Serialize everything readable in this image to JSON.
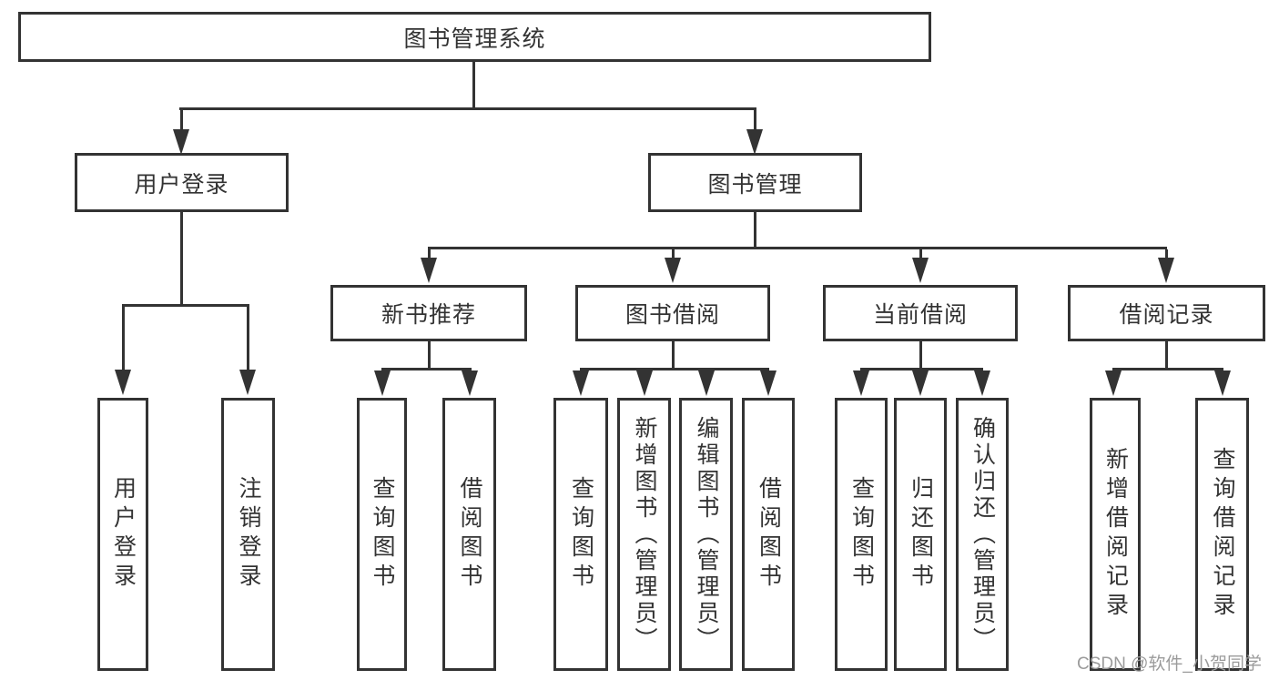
{
  "tree": {
    "root": "图书管理系统",
    "branches": [
      {
        "label": "用户登录",
        "children": [
          "用户登录",
          "注销登录"
        ]
      },
      {
        "label": "图书管理",
        "children": [
          {
            "label": "新书推荐",
            "children": [
              "查询图书",
              "借阅图书"
            ]
          },
          {
            "label": "图书借阅",
            "children": [
              "查询图书",
              "新增图书（管理员）",
              "编辑图书（管理员）",
              "借阅图书"
            ]
          },
          {
            "label": "当前借阅",
            "children": [
              "查询图书",
              "归还图书",
              "确认归还（管理员）"
            ]
          },
          {
            "label": "借阅记录",
            "children": [
              "新增借阅记录",
              "查询借阅记录"
            ]
          }
        ]
      }
    ]
  },
  "watermark": {
    "text": "CSDN @软件_小贺同学"
  },
  "colors": {
    "line": "#333333",
    "text": "#333333",
    "watermark": "#9b9b9b",
    "bg": "#ffffff"
  }
}
